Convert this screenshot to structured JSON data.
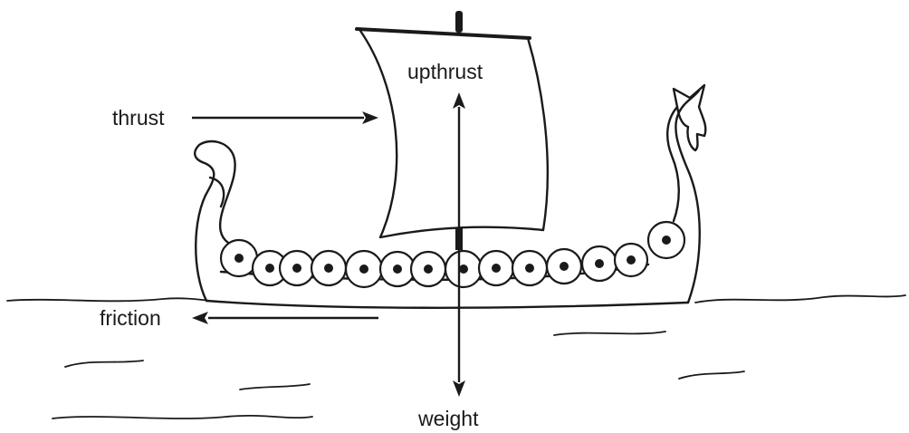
{
  "labels": {
    "thrust": "thrust",
    "upthrust": "upthrust",
    "friction": "friction",
    "weight": "weight"
  },
  "ship": {
    "shield_count": 14
  }
}
